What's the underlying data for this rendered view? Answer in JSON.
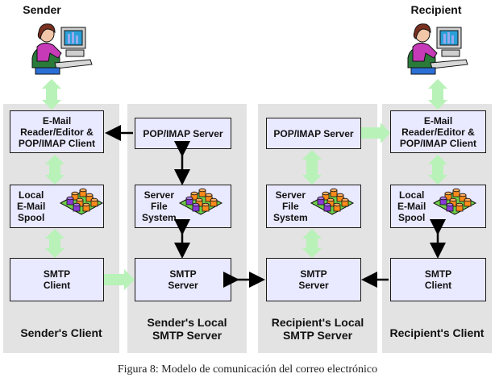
{
  "header": {
    "sender": "Sender",
    "recipient": "Recipient"
  },
  "columns": [
    {
      "title": "Sender's Client"
    },
    {
      "title": "Sender's Local\nSMTP Server"
    },
    {
      "title": "Recipient's Local\nSMTP Server"
    },
    {
      "title": "Recipient's Client"
    }
  ],
  "boxes": {
    "sender_reader": "E-Mail\nReader/Editor &\nPOP/IMAP Client",
    "sender_spool": "Local\nE-Mail\nSpool",
    "sender_smtp_client": "SMTP\nClient",
    "sender_pop_server": "POP/IMAP Server",
    "sender_file_system": "Server\nFile\nSystem",
    "sender_smtp_server": "SMTP\nServer",
    "recipient_pop_server": "POP/IMAP Server",
    "recipient_file_system": "Server\nFile\nSystem",
    "recipient_smtp_server": "SMTP\nServer",
    "recipient_reader": "E-Mail\nReader/Editor &\nPOP/IMAP Client",
    "recipient_spool": "Local\nE-Mail\nSpool",
    "recipient_smtp_client": "SMTP\nClient"
  },
  "caption": "Figura 8: Modelo de comunicación del correo electrónico",
  "colors": {
    "column_bg": "#e3e3e3",
    "box_fill": "#e9e9ff",
    "fat_arrow": "#b8f2b8",
    "thin_arrow": "#000000"
  }
}
